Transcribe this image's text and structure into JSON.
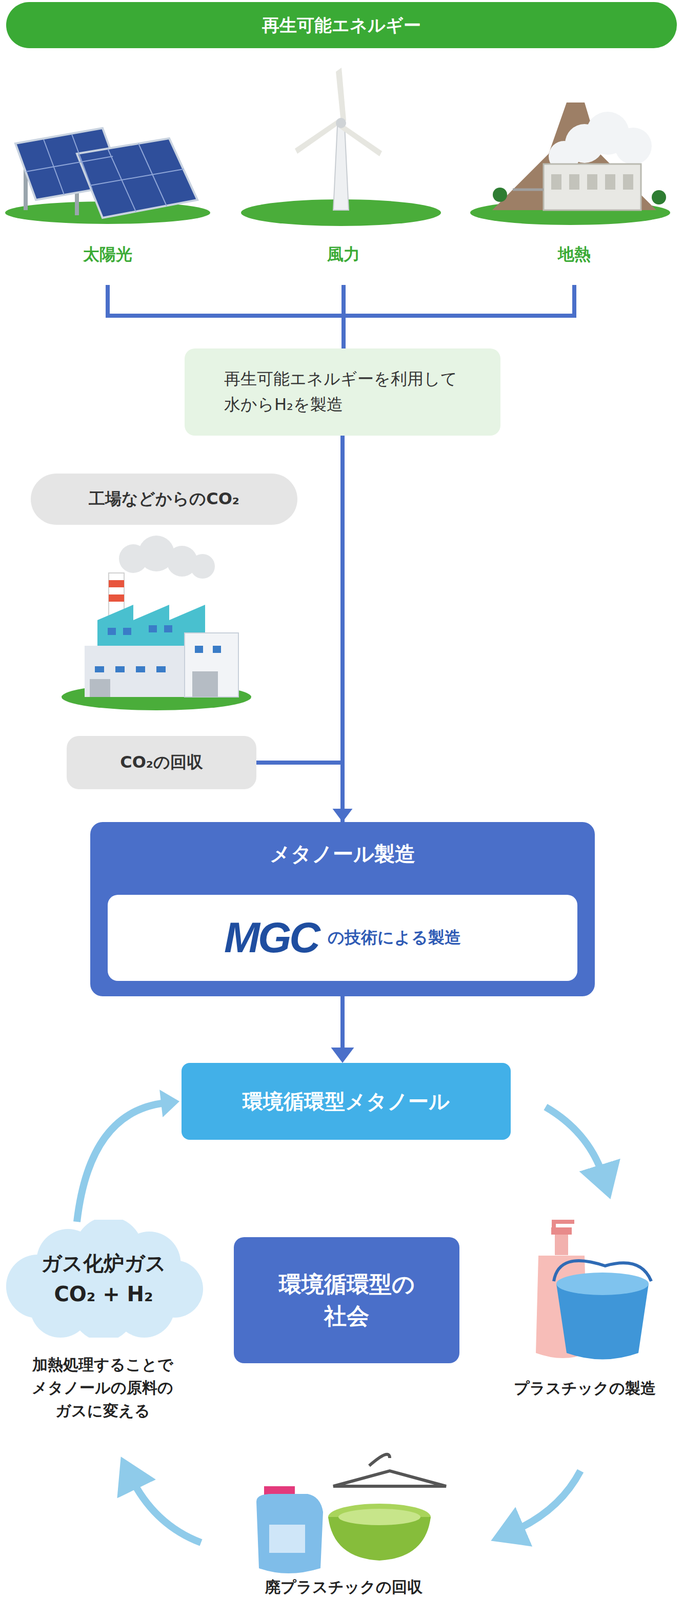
{
  "diagram": {
    "nodes": [
      {
        "text": [
          "再生可能エネルギー"
        ]
      },
      {
        "text": [
          "再生可能エネルギーを利用して 水からH₂を製造"
        ]
      },
      {
        "text": [
          "工場などからのCO₂"
        ]
      },
      {
        "text": [
          "CO₂の回収"
        ]
      },
      {
        "text": [
          "メタノール製造"
        ]
      },
      {
        "text": [
          "MGC",
          "の技術による製造"
        ],
        "in": 4
      },
      {
        "text": [
          "環境循環型メタノール"
        ]
      },
      {
        "text": [
          "環境循環型の 社会"
        ]
      },
      {
        "text": [
          "ガス化炉ガス",
          "CO₂ + H₂"
        ]
      }
    ],
    "edges": [
      {
        "from": 1,
        "to": 4,
        "arrow": "none"
      },
      {
        "from": 3,
        "to": 4,
        "arrow": "to"
      },
      {
        "from": 4,
        "to": 6,
        "arrow": "to"
      },
      {
        "from": 8,
        "to": 6,
        "arrow": "to"
      }
    ],
    "labels": [
      "太陽光",
      "風力",
      "地熱",
      "加熱処理することで メタノールの原料の ガスに変える",
      "プラスチックの製造",
      "廃プラスチックの回収"
    ]
  }
}
